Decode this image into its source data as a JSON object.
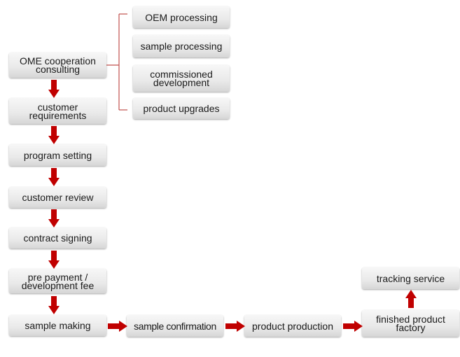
{
  "colors": {
    "arrow": "#c00000",
    "bracket": "#c0504d",
    "box_text": "#1a1a1a"
  },
  "steps": {
    "consulting": "OME cooperation consulting",
    "requirements": "customer requirements",
    "program": "program setting",
    "review": "customer review",
    "contract": "contract signing",
    "prepayment": "pre payment / development fee",
    "sample": "sample making",
    "confirmation": "sample confirmation",
    "production": "product production",
    "factory": "finished product factory",
    "tracking": "tracking service"
  },
  "options": {
    "oem": "OEM processing",
    "sample_processing": "sample processing",
    "commissioned": "commissioned development",
    "upgrades": "product upgrades"
  }
}
